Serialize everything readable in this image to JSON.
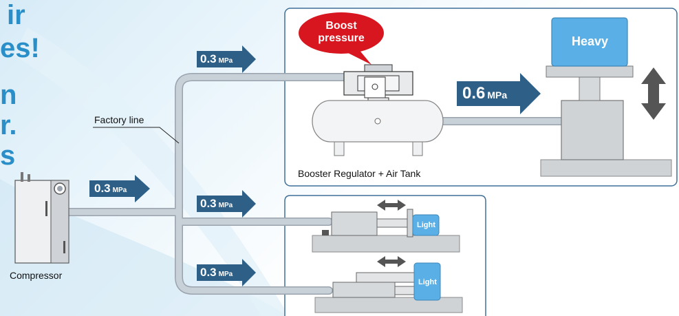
{
  "headline": {
    "line1": "ir",
    "line2": "es!",
    "line3": "n",
    "line4": "r.",
    "line5": "s"
  },
  "pressures": {
    "compressor_out": {
      "value": "0.3",
      "unit": "MPa"
    },
    "top_branch": {
      "value": "0.3",
      "unit": "MPa"
    },
    "middle_branch": {
      "value": "0.3",
      "unit": "MPa"
    },
    "bottom_branch": {
      "value": "0.3",
      "unit": "MPa"
    },
    "boosted": {
      "value": "0.6",
      "unit": "MPa"
    }
  },
  "labels": {
    "factory_line": "Factory line",
    "compressor": "Compressor",
    "booster": "Booster Regulator + Air Tank",
    "boost_bubble_1": "Boost",
    "boost_bubble_2": "pressure",
    "heavy": "Heavy",
    "light_1": "Light",
    "light_2": "Light"
  },
  "colors": {
    "accent_blue": "#2a8fc9",
    "arrow_blue": "#2e5f86",
    "bubble_red": "#d7161f",
    "load_blue": "#5ab0e6",
    "machine_gray": "#c9ccd0",
    "pipe_gray": "#c5cbd2",
    "panel_border": "#3f6f98"
  },
  "icons": [
    "double-arrow-vertical-icon",
    "double-arrow-horizontal-icon",
    "pressure-arrow-icon"
  ]
}
